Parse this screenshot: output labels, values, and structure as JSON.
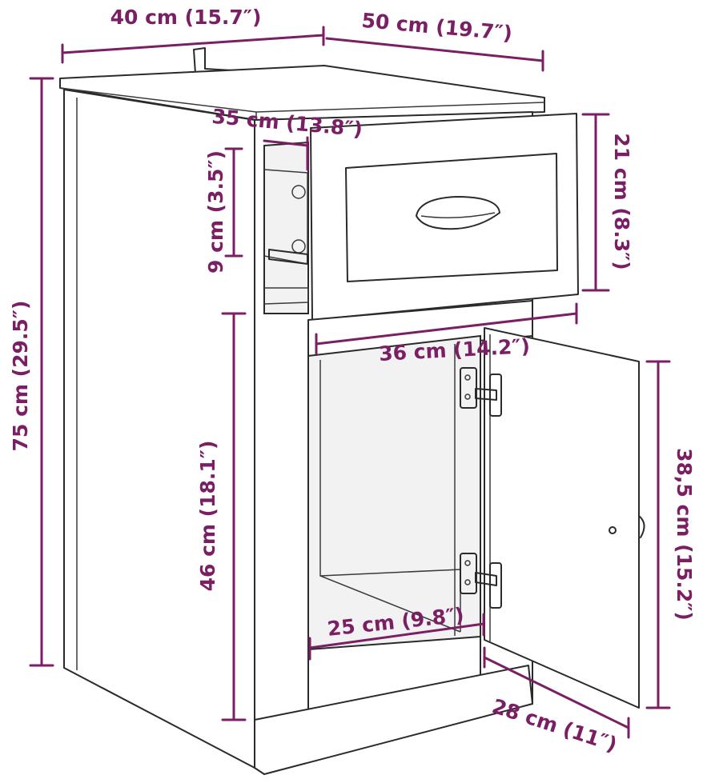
{
  "colors": {
    "dimension": "#7a1f63",
    "outline": "#2a2a2a"
  },
  "dimensions": {
    "top_width": "40 cm (15.7″)",
    "top_depth": "50 cm (19.7″)",
    "drawer_depth": "35 cm (13.8″)",
    "drawer_inner_height": "9 cm (3.5″)",
    "drawer_front_height": "21 cm (8.3″)",
    "total_height": "75 cm (29.5″)",
    "drawer_width": "36 cm (14.2″)",
    "cabinet_height": "46 cm (18.1″)",
    "door_height": "38,5 cm (15.2″)",
    "inner_width": "25 cm (9.8″)",
    "inner_depth": "28 cm (11″)"
  }
}
